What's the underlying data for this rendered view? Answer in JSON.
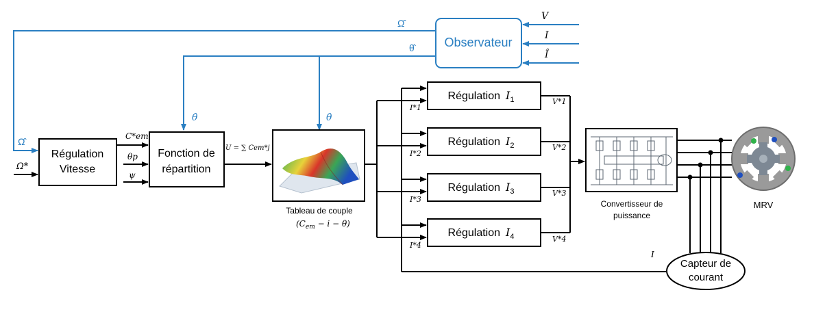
{
  "blocks": {
    "observer": "Observateur",
    "speed_reg_line1": "Régulation",
    "speed_reg_line2": "Vitesse",
    "dist_line1": "Fonction de",
    "dist_line2": "répartition",
    "current_regs": [
      "Régulation",
      "Régulation",
      "Régulation",
      "Régulation"
    ],
    "current_reg_symbols": [
      "I",
      "I",
      "I",
      "I"
    ],
    "current_reg_indices": [
      "1",
      "2",
      "3",
      "4"
    ],
    "sensor_line1": "Capteur de",
    "sensor_line2": "courant"
  },
  "captions": {
    "torque_table_line1": "Tableau de couple",
    "torque_table_line2": "(C",
    "torque_table_sub": "em",
    "torque_table_rest": " − i − θ)",
    "converter_line1": "Convertisseur de",
    "converter_line2": "puissance",
    "motor": "MRV"
  },
  "signals": {
    "omega_hat": "Ω̂",
    "theta_hat": "θ̂",
    "omega_ref": "Ω*",
    "cem_ref": "C*em",
    "theta_p": "θp",
    "psi": "ψ",
    "u_formula": "U = ∑ Cem*j",
    "obs_in_v": "V",
    "obs_in_i": "I",
    "obs_in_ihat": "Î",
    "i_refs": [
      "I*1",
      "I*2",
      "I*3",
      "I*4"
    ],
    "v_refs": [
      "V*1",
      "V*2",
      "V*3",
      "V*4"
    ],
    "i_feedback": "I"
  },
  "colors": {
    "feedback_line": "#2a7fc2",
    "surface_red": "#d9352a",
    "surface_yellow": "#e8d23a",
    "surface_green": "#3aa655",
    "surface_blue": "#1f4fbf",
    "motor_gray": "#8c8c8c",
    "rotor_green": "#2fb34a",
    "rotor_blue": "#1f4fbf"
  }
}
